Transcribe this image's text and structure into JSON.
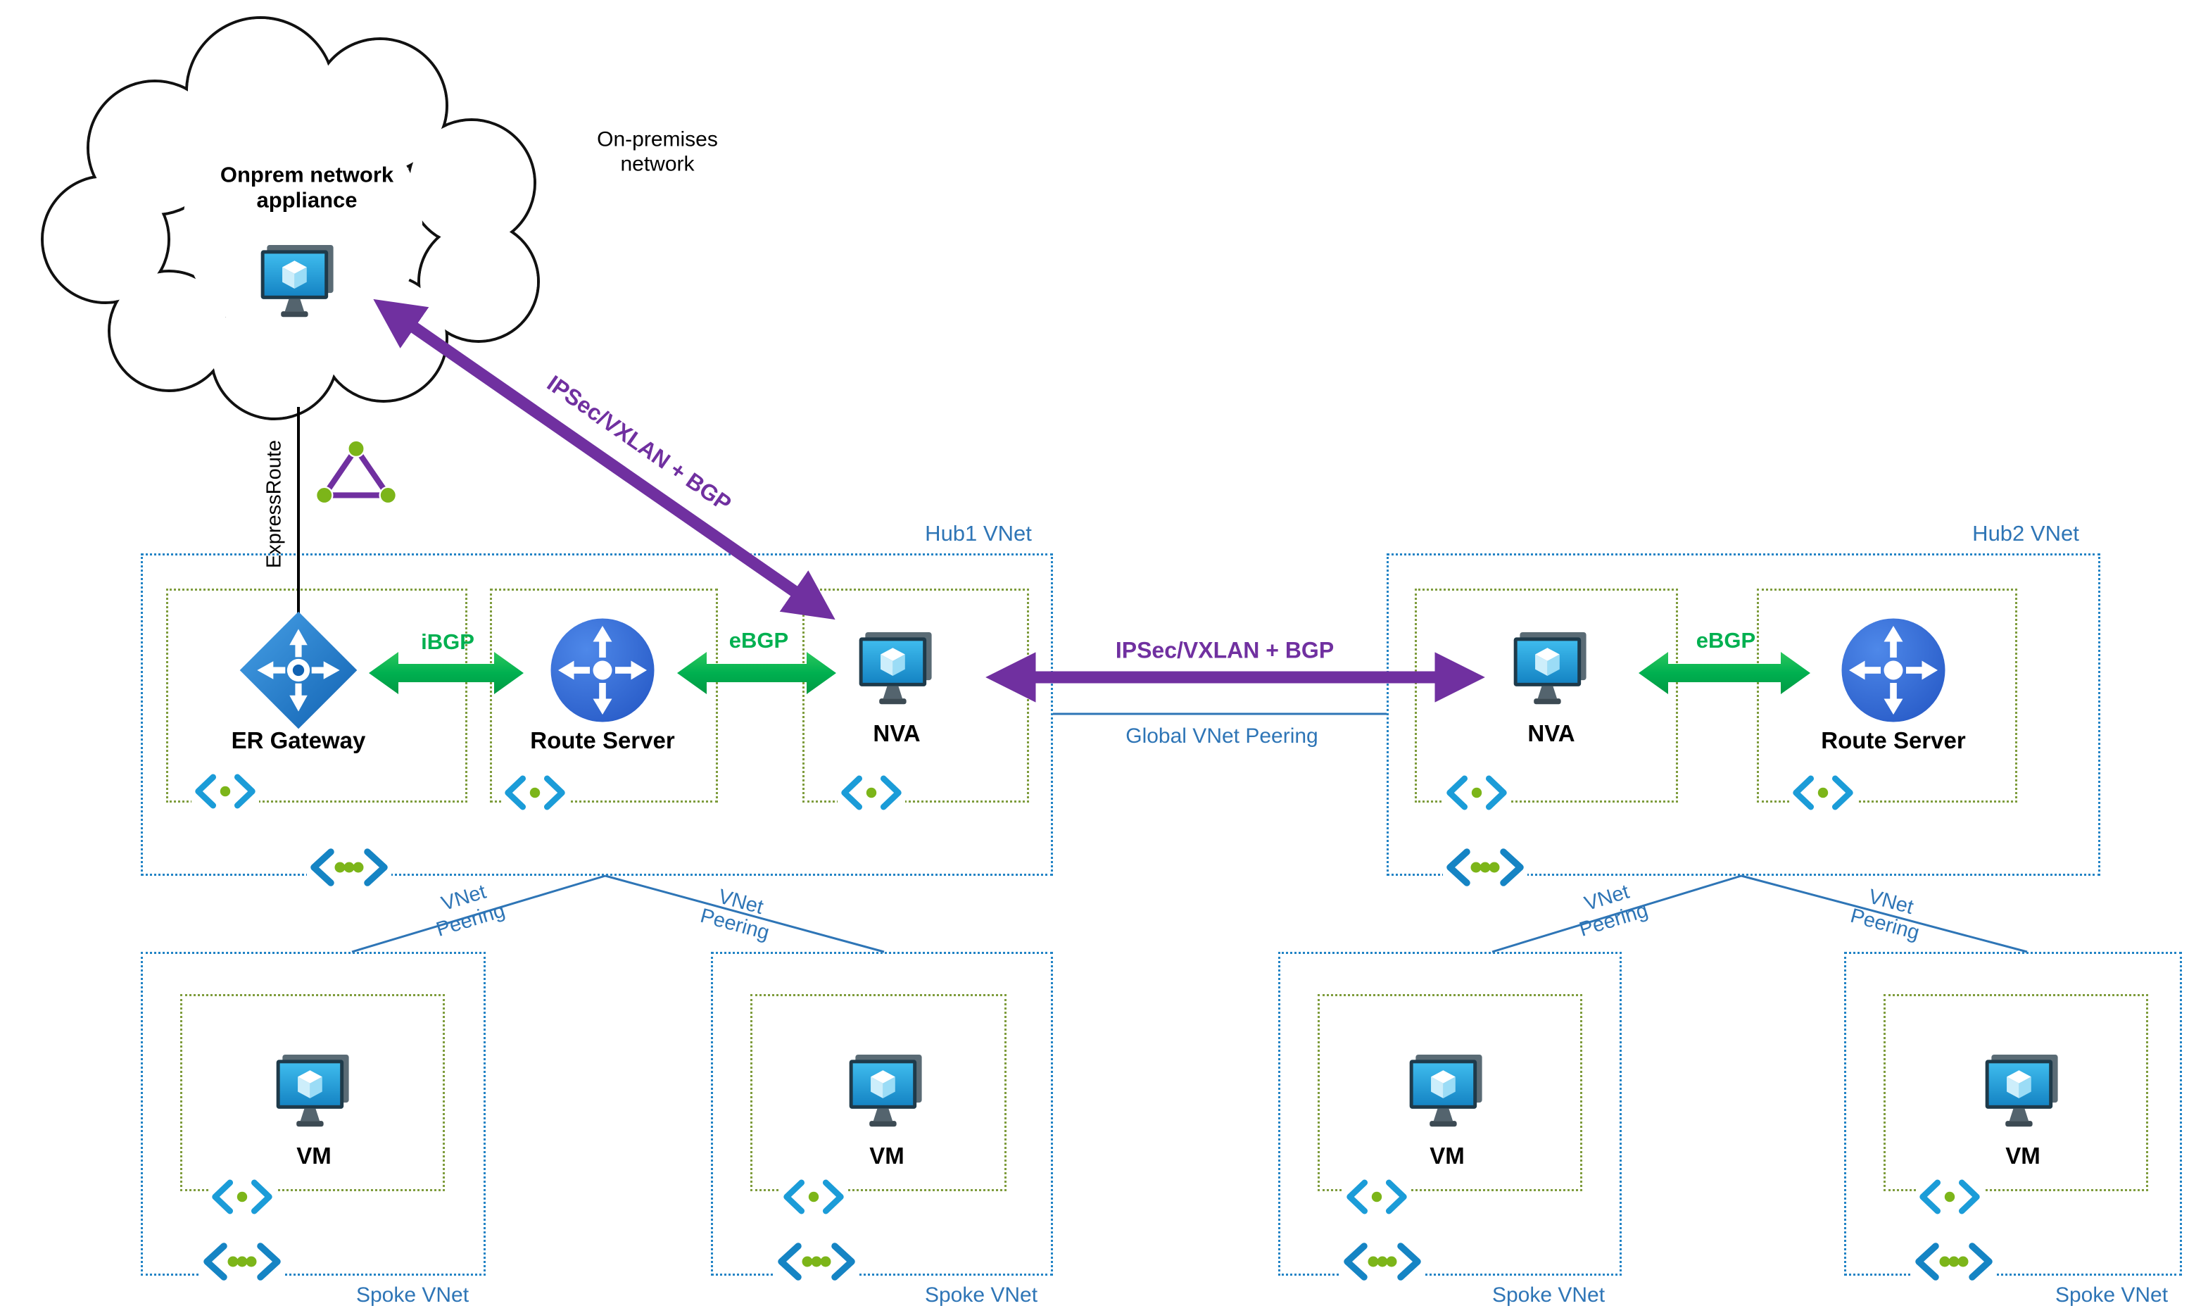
{
  "colors": {
    "vnet_border_blue": "#2183C5",
    "subnet_border_green": "#7E9C3C",
    "label_blue": "#2E75B6",
    "bgp_green": "#00B050",
    "ipsec_purple": "#7030A0",
    "line_black": "#000000",
    "bracket_blue": "#1B9CD8",
    "dot_green": "#7CB519",
    "monitor_screen_blue": "#2BA7E2"
  },
  "onprem": {
    "appliance_label": "Onprem network appliance",
    "network_label": "On-premises network",
    "expressroute_label": "ExpressRoute"
  },
  "connections": {
    "ipsec_vxlan_bgp": "IPSec/VXLAN + BGP",
    "global_vnet_peering": "Global VNet Peering",
    "ibgp": "iBGP",
    "ebgp": "eBGP",
    "vnet_peering_line1": "VNet",
    "vnet_peering_line2": "Peering"
  },
  "hub1": {
    "label": "Hub1 VNet",
    "er_gateway_label": "ER Gateway",
    "route_server_label": "Route Server",
    "nva_label": "NVA"
  },
  "hub2": {
    "label": "Hub2 VNet",
    "nva_label": "NVA",
    "route_server_label": "Route Server"
  },
  "spokes": [
    {
      "label": "Spoke VNet",
      "vm_label": "VM"
    },
    {
      "label": "Spoke VNet",
      "vm_label": "VM"
    },
    {
      "label": "Spoke VNet",
      "vm_label": "VM"
    },
    {
      "label": "Spoke VNet",
      "vm_label": "VM"
    }
  ],
  "icons": {
    "onprem_appliance": "monitor-cube-icon",
    "expressroute_circuit": "triangle-circuit-icon",
    "er_gateway": "gateway-diamond-icon",
    "route_server": "route-server-circle-icon",
    "nva": "monitor-cube-icon",
    "vm": "monitor-cube-icon",
    "subnet": "angle-brackets-dot-icon",
    "vnet_peering": "angle-brackets-three-dots-icon"
  }
}
